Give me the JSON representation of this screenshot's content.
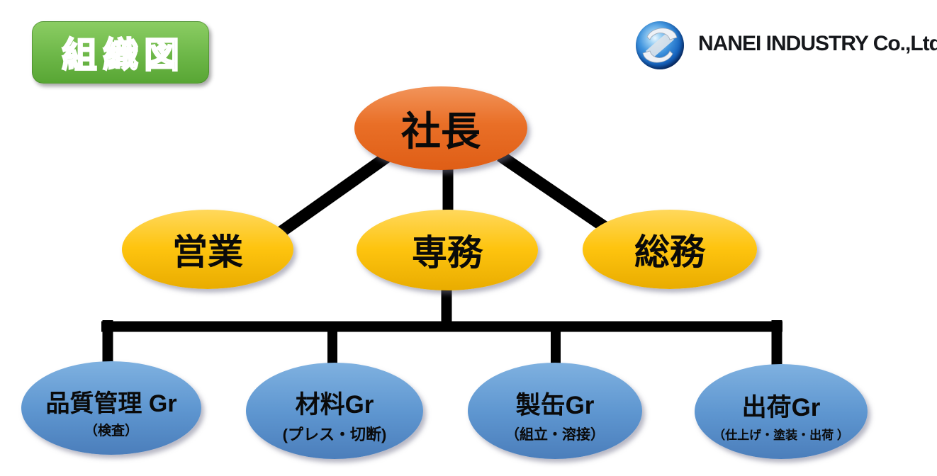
{
  "badge": {
    "label": "組織図"
  },
  "logo": {
    "company_name": "NANEI INDUSTRY Co.,Ltd.",
    "icon": "globe-swirl-icon"
  },
  "chart": {
    "type": "org-chart",
    "root": {
      "label": "社長"
    },
    "managers": [
      {
        "label": "営業"
      },
      {
        "label": "専務"
      },
      {
        "label": "総務"
      }
    ],
    "groups": [
      {
        "label": "品質管理 Gr",
        "sub": "（検査）"
      },
      {
        "label": "材料Gr",
        "sub": "(プレス・切断)"
      },
      {
        "label": "製缶Gr",
        "sub": "（組立・溶接）"
      },
      {
        "label": "出荷Gr",
        "sub": "（仕上げ・塗装・出荷 ）"
      }
    ],
    "edges": [
      {
        "from": "社長",
        "to": "営業"
      },
      {
        "from": "社長",
        "to": "専務"
      },
      {
        "from": "社長",
        "to": "総務"
      },
      {
        "from": "専務",
        "to": "品質管理 Gr"
      },
      {
        "from": "専務",
        "to": "材料Gr"
      },
      {
        "from": "専務",
        "to": "製缶Gr"
      },
      {
        "from": "専務",
        "to": "出荷Gr"
      }
    ]
  },
  "colors": {
    "badge_green": "#6DB748",
    "president_orange": "#E96F27",
    "manager_yellow": "#FEC40F",
    "group_blue": "#5E96D0",
    "connector_black": "#000000",
    "logo_sphere_blue": "#1663BE"
  }
}
